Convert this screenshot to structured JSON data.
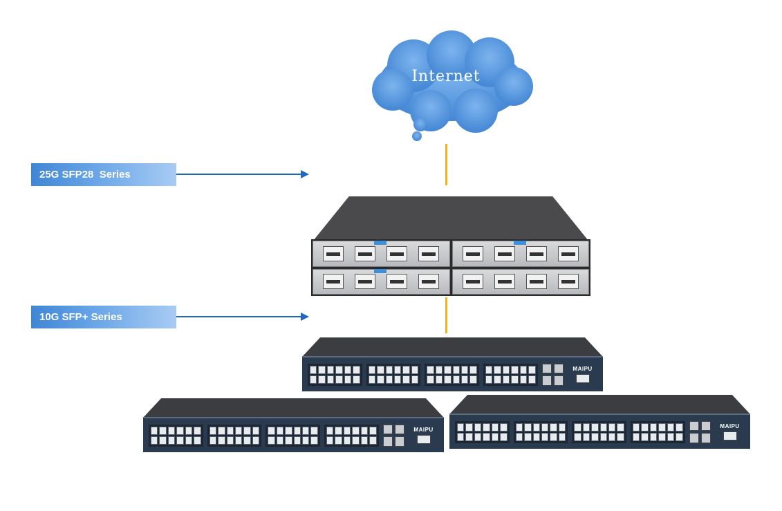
{
  "cloud": {
    "label": "Internet",
    "color": "#5b9be0"
  },
  "labels": {
    "top": "25G SFP28  Series",
    "bottom": "10G SFP+ Series"
  },
  "switches": {
    "brand": "MAIPU"
  },
  "colors": {
    "label_blue": "#3f86d6",
    "arrow_blue": "#1f68c0",
    "link_orange": "#f3b21d",
    "switch_front": "#2b3b4f",
    "chassis": "#4a4a4c"
  }
}
